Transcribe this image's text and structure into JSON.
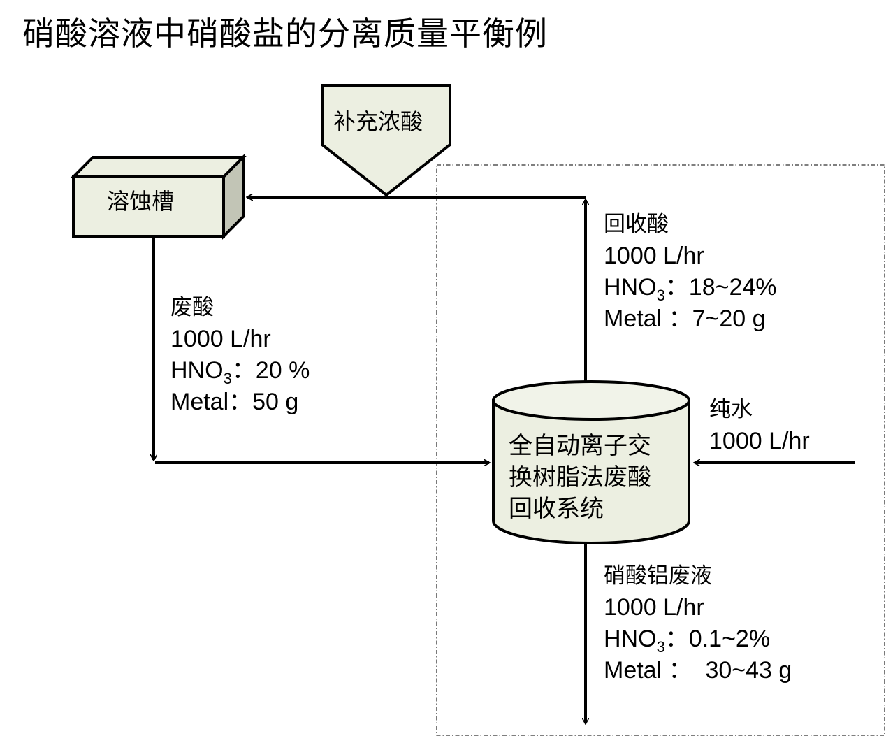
{
  "title": "硝酸溶液中硝酸盐的分离质量平衡例",
  "colors": {
    "shape_fill": "#ecefe1",
    "shape_side": "#c2c5b6",
    "stroke": "#000000",
    "dashed_border": "#333333"
  },
  "nodes": {
    "etching_tank": {
      "label": "溶蚀槽",
      "icon": "3d-box-shape"
    },
    "acid_supplement": {
      "label": "补充浓酸",
      "icon": "pentagon-arrow-shape"
    },
    "recovery_system": {
      "label_lines": [
        "全自动离子交",
        "换树脂法废酸",
        "回收系统"
      ],
      "icon": "cylinder-shape"
    }
  },
  "streams": {
    "waste_acid": {
      "name": "废酸",
      "flow": "1000 L/hr",
      "hno3_label": "HNO",
      "hno3_sub": "3",
      "hno3_value": "：20 %",
      "metal_label": "Metal",
      "metal_value": "：50 g"
    },
    "recovered_acid": {
      "name": "回收酸",
      "flow": "1000 L/hr",
      "hno3_label": "HNO",
      "hno3_sub": "3",
      "hno3_value": "：18~24%",
      "metal_label": "Metal",
      "metal_value": " ：7~20 g"
    },
    "pure_water": {
      "name": "纯水",
      "flow": "1000 L/hr"
    },
    "aluminum_nitrate_waste": {
      "name": "硝酸铝废液",
      "flow": "1000 L/hr",
      "hno3_label": "HNO",
      "hno3_sub": "3",
      "hno3_value": "：0.1~2%",
      "metal_label": "Metal",
      "metal_value": " ：  30~43 g"
    }
  }
}
